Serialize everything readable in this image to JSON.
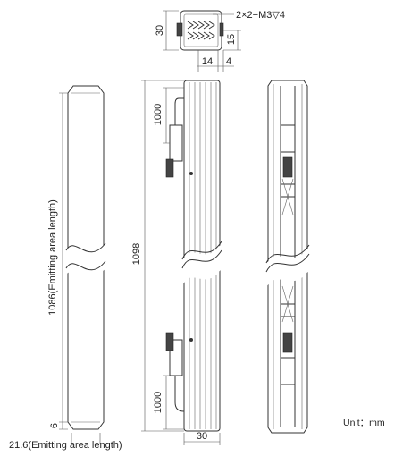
{
  "labels": {
    "thread_note": "2×2−M3▽4",
    "dim_30_top": "30",
    "dim_15": "15",
    "dim_14": "14",
    "dim_4": "4",
    "dim_1000_upper": "1000",
    "dim_1000_lower": "1000",
    "dim_1098": "1098",
    "dim_30_bottom": "30",
    "dim_6": "6",
    "emitting_length": "1086(Emitting area length)",
    "emitting_width": "21.6(Emitting area length)",
    "unit": "Unit：mm"
  }
}
